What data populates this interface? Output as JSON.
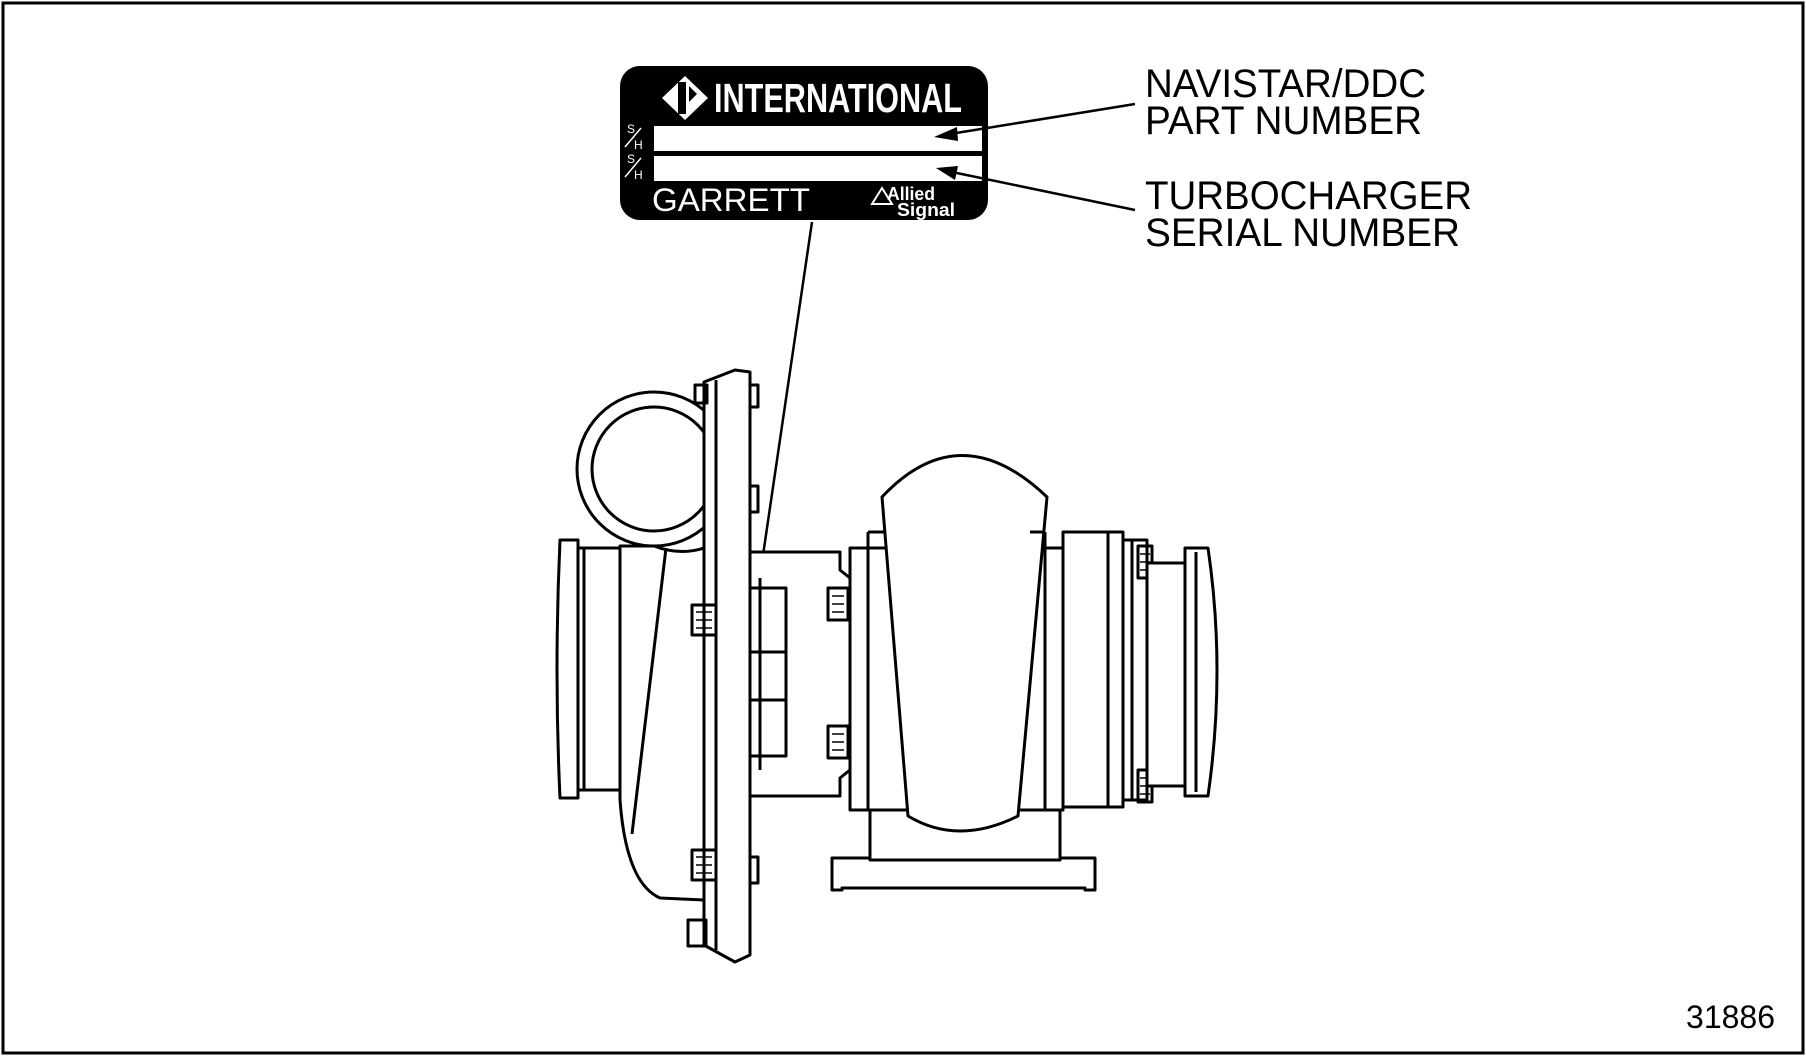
{
  "plate": {
    "brand": "INTERNATIONAL",
    "field_label_1_top": "S",
    "field_label_1_bottom": "H",
    "field_label_2_top": "S",
    "field_label_2_bottom": "H",
    "maker": "GARRETT",
    "logo_line1": "Allied",
    "logo_line2": "Signal"
  },
  "callouts": {
    "part_number_line1": "NAVISTAR/DDC",
    "part_number_line2": "PART NUMBER",
    "serial_number_line1": "TURBOCHARGER",
    "serial_number_line2": "SERIAL NUMBER"
  },
  "figure_number": "31886",
  "colors": {
    "ink": "#000000",
    "paper": "#ffffff"
  }
}
